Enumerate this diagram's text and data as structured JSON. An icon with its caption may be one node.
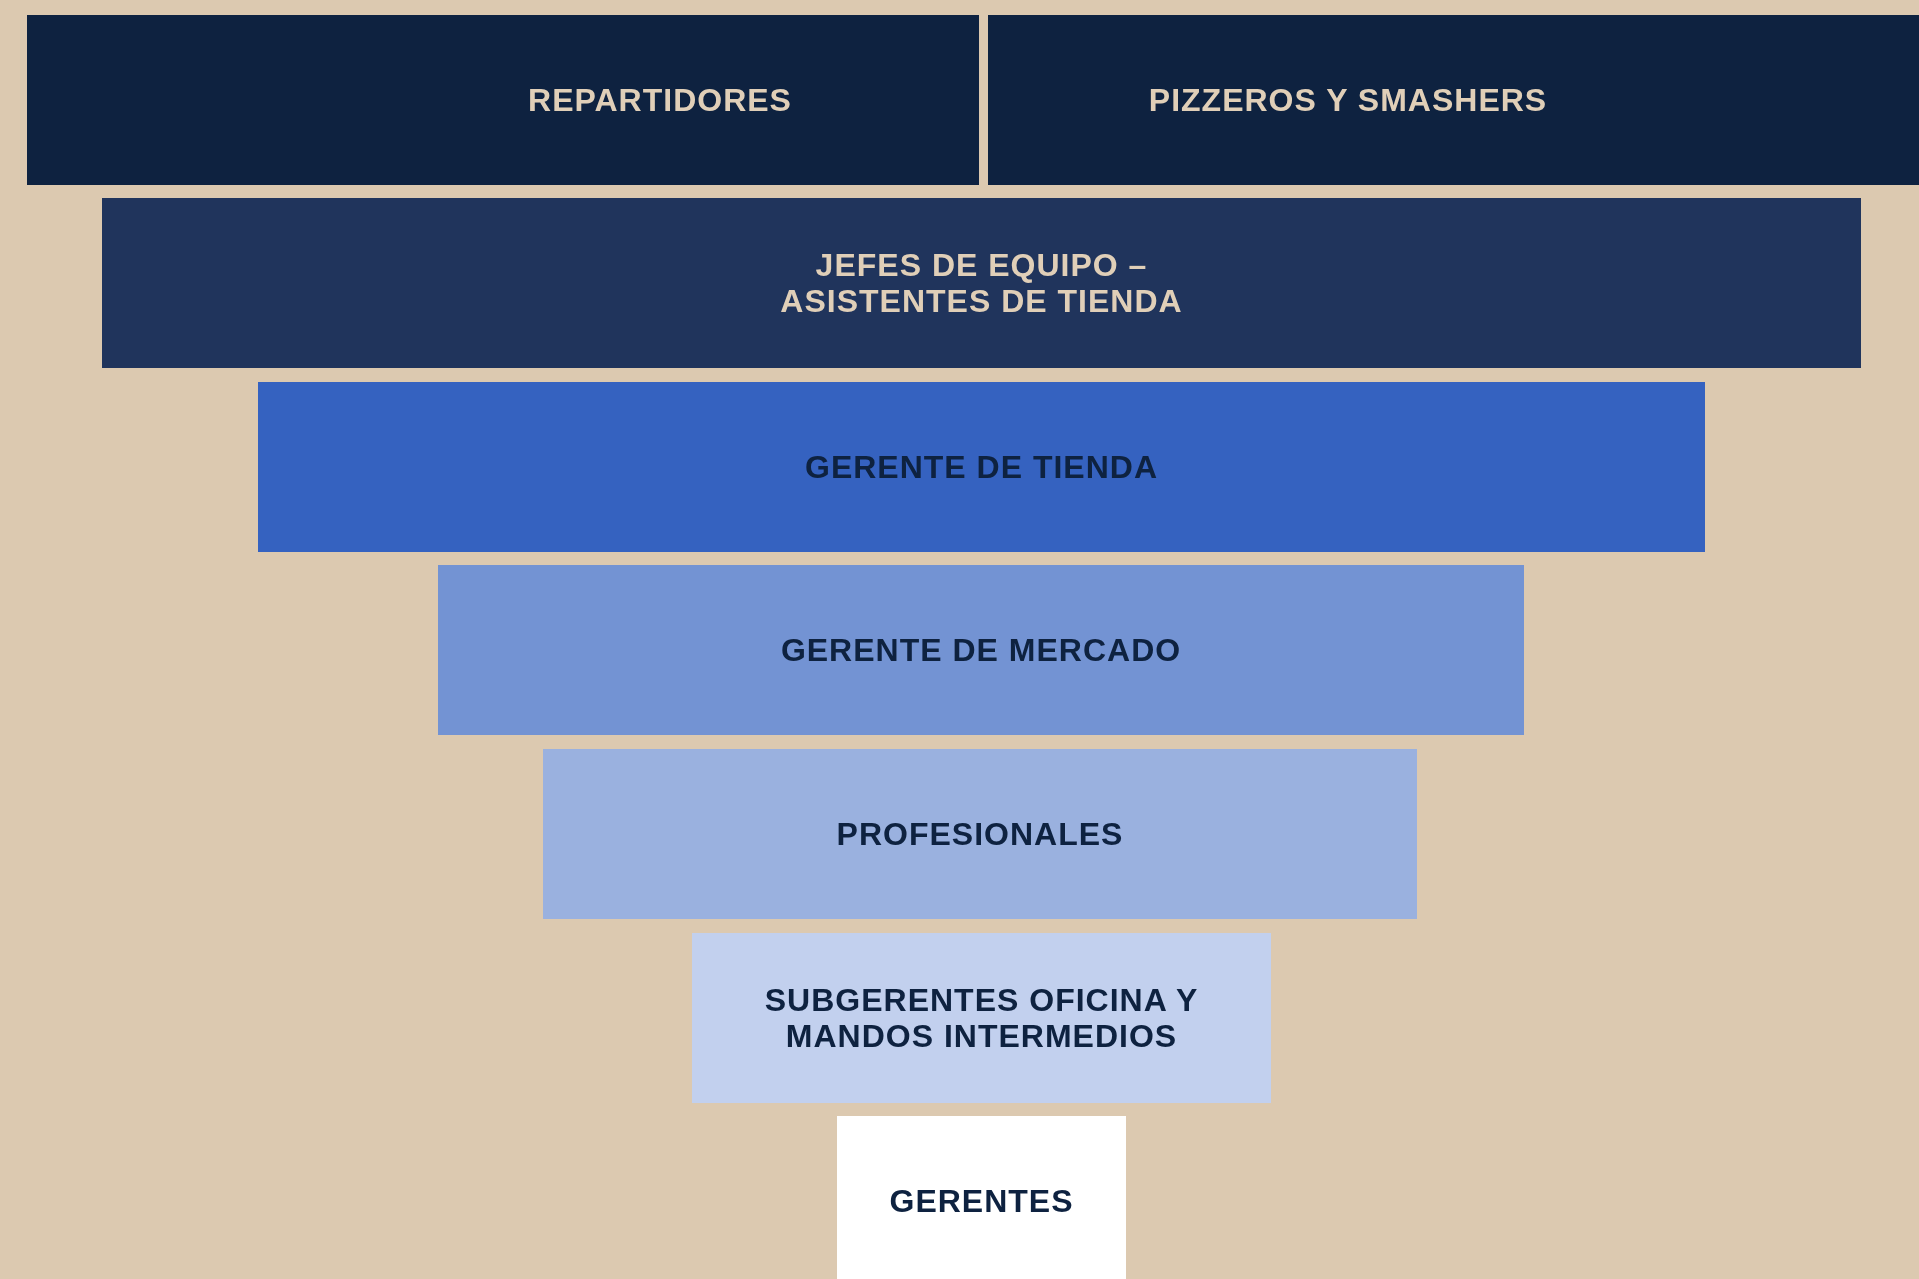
{
  "diagram": {
    "nodes": [
      {
        "text": [
          "REPARTIDORES"
        ]
      },
      {
        "text": [
          "PIZZEROS Y SMASHERS"
        ]
      },
      {
        "text": [
          "JEFES DE EQUIPO – ASISTENTES DE TIENDA"
        ]
      },
      {
        "text": [
          "GERENTE DE TIENDA"
        ]
      },
      {
        "text": [
          "GERENTE DE MERCADO"
        ]
      },
      {
        "text": [
          "PROFESIONALES"
        ]
      },
      {
        "text": [
          "SUBGERENTES OFICINA Y MANDOS INTERMEDIOS"
        ]
      },
      {
        "text": [
          "GERENTES"
        ]
      }
    ]
  }
}
